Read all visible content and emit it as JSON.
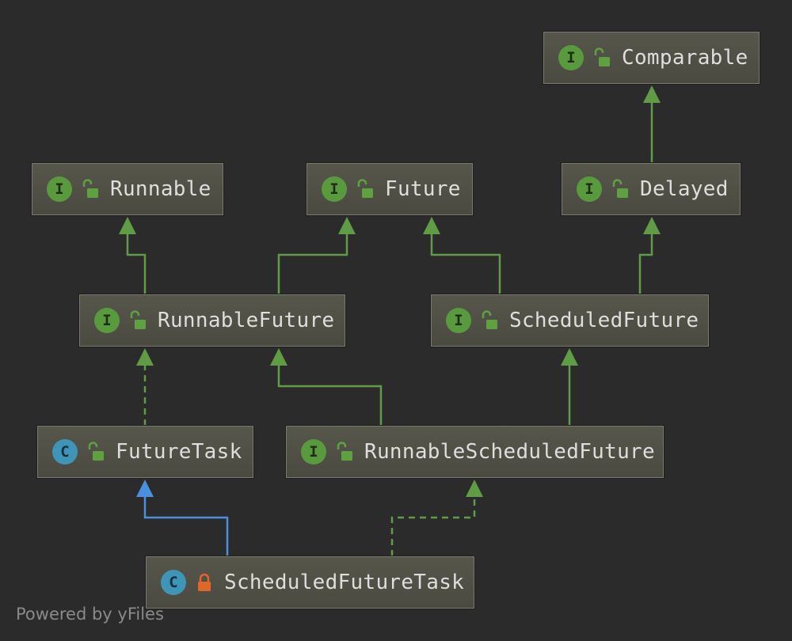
{
  "nodes": {
    "comparable": {
      "name": "Comparable",
      "kind": "I",
      "kind_type": "interface",
      "visibility": "public"
    },
    "runnable": {
      "name": "Runnable",
      "kind": "I",
      "kind_type": "interface",
      "visibility": "public"
    },
    "future": {
      "name": "Future",
      "kind": "I",
      "kind_type": "interface",
      "visibility": "public"
    },
    "delayed": {
      "name": "Delayed",
      "kind": "I",
      "kind_type": "interface",
      "visibility": "public"
    },
    "runnable_future": {
      "name": "RunnableFuture",
      "kind": "I",
      "kind_type": "interface",
      "visibility": "public"
    },
    "scheduled_future": {
      "name": "ScheduledFuture",
      "kind": "I",
      "kind_type": "interface",
      "visibility": "public"
    },
    "future_task": {
      "name": "FutureTask",
      "kind": "C",
      "kind_type": "class",
      "visibility": "public"
    },
    "runnable_scheduled_future": {
      "name": "RunnableScheduledFuture",
      "kind": "I",
      "kind_type": "interface",
      "visibility": "public"
    },
    "scheduled_future_task": {
      "name": "ScheduledFutureTask",
      "kind": "C",
      "kind_type": "class",
      "visibility": "private"
    }
  },
  "edges": [
    {
      "from": "delayed",
      "to": "comparable",
      "type": "extends"
    },
    {
      "from": "runnable_future",
      "to": "runnable",
      "type": "extends"
    },
    {
      "from": "runnable_future",
      "to": "future",
      "type": "extends"
    },
    {
      "from": "scheduled_future",
      "to": "future",
      "type": "extends"
    },
    {
      "from": "scheduled_future",
      "to": "delayed",
      "type": "extends"
    },
    {
      "from": "future_task",
      "to": "runnable_future",
      "type": "implements"
    },
    {
      "from": "runnable_scheduled_future",
      "to": "runnable_future",
      "type": "extends"
    },
    {
      "from": "runnable_scheduled_future",
      "to": "scheduled_future",
      "type": "extends"
    },
    {
      "from": "scheduled_future_task",
      "to": "future_task",
      "type": "class-extends"
    },
    {
      "from": "scheduled_future_task",
      "to": "runnable_scheduled_future",
      "type": "implements"
    }
  ],
  "colors": {
    "background": "#2b2b2b",
    "interface_edge": "#5f9c45",
    "class_edge": "#4a8fe0",
    "node_fill": "#4f4f45",
    "label_text": "#dedede",
    "unlock_icon": "#5fa042",
    "lock_icon": "#e0672a"
  },
  "footer": "Powered by yFiles"
}
